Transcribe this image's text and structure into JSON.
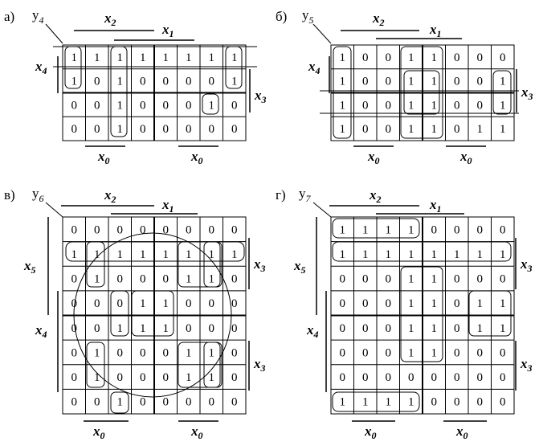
{
  "panels": [
    {
      "id": "a",
      "letter": "а)",
      "func": "y",
      "func_sub": "4",
      "labels": {
        "top1": "x",
        "top1_sub": "2",
        "top2": "x",
        "top2_sub": "1",
        "left": "x",
        "left_sub": "4",
        "right": "x",
        "right_sub": "3",
        "bottom1": "x",
        "bottom1_sub": "0",
        "bottom2": "x",
        "bottom2_sub": "0"
      },
      "grid": [
        [
          "1",
          "1",
          "1",
          "1",
          "1",
          "1",
          "1",
          "1"
        ],
        [
          "1",
          "0",
          "1",
          "0",
          "0",
          "0",
          "0",
          "1"
        ],
        [
          "0",
          "0",
          "1",
          "0",
          "0",
          "0",
          "1",
          "0"
        ],
        [
          "0",
          "0",
          "1",
          "0",
          "0",
          "0",
          "0",
          "0"
        ]
      ]
    },
    {
      "id": "b",
      "letter": "б)",
      "func": "y",
      "func_sub": "5",
      "labels": {
        "top1": "x",
        "top1_sub": "2",
        "top2": "x",
        "top2_sub": "1",
        "left": "x",
        "left_sub": "4",
        "right": "x",
        "right_sub": "3",
        "bottom1": "x",
        "bottom1_sub": "0",
        "bottom2": "x",
        "bottom2_sub": "0"
      },
      "grid": [
        [
          "1",
          "0",
          "0",
          "1",
          "1",
          "0",
          "0",
          "0"
        ],
        [
          "1",
          "0",
          "0",
          "1",
          "1",
          "0",
          "0",
          "1"
        ],
        [
          "1",
          "0",
          "0",
          "1",
          "1",
          "0",
          "0",
          "1"
        ],
        [
          "1",
          "0",
          "0",
          "1",
          "1",
          "0",
          "1",
          "1"
        ]
      ]
    },
    {
      "id": "v",
      "letter": "в)",
      "func": "y",
      "func_sub": "6",
      "labels": {
        "top1": "x",
        "top1_sub": "2",
        "top2": "x",
        "top2_sub": "1",
        "left1": "x",
        "left1_sub": "5",
        "left2": "x",
        "left2_sub": "4",
        "right1": "x",
        "right1_sub": "3",
        "right2": "x",
        "right2_sub": "3",
        "bottom1": "x",
        "bottom1_sub": "0",
        "bottom2": "x",
        "bottom2_sub": "0"
      },
      "grid": [
        [
          "0",
          "0",
          "0",
          "0",
          "0",
          "0",
          "0",
          "0"
        ],
        [
          "1",
          "1",
          "1",
          "1",
          "1",
          "1",
          "1",
          "1"
        ],
        [
          "0",
          "1",
          "0",
          "0",
          "0",
          "1",
          "1",
          "0"
        ],
        [
          "0",
          "0",
          "0",
          "1",
          "1",
          "0",
          "0",
          "0"
        ],
        [
          "0",
          "0",
          "1",
          "1",
          "1",
          "0",
          "0",
          "0"
        ],
        [
          "0",
          "1",
          "0",
          "0",
          "0",
          "1",
          "1",
          "0"
        ],
        [
          "0",
          "1",
          "0",
          "0",
          "0",
          "1",
          "1",
          "0"
        ],
        [
          "0",
          "0",
          "1",
          "0",
          "0",
          "0",
          "0",
          "0"
        ]
      ]
    },
    {
      "id": "g",
      "letter": "г)",
      "func": "y",
      "func_sub": "7",
      "labels": {
        "top1": "x",
        "top1_sub": "2",
        "top2": "x",
        "top2_sub": "1",
        "left1": "x",
        "left1_sub": "5",
        "left2": "x",
        "left2_sub": "4",
        "right1": "x",
        "right1_sub": "3",
        "right2": "x",
        "right2_sub": "3",
        "bottom1": "x",
        "bottom1_sub": "0",
        "bottom2": "x",
        "bottom2_sub": "0"
      },
      "grid": [
        [
          "1",
          "1",
          "1",
          "1",
          "0",
          "0",
          "0",
          "0"
        ],
        [
          "1",
          "1",
          "1",
          "1",
          "1",
          "1",
          "1",
          "1"
        ],
        [
          "0",
          "0",
          "0",
          "1",
          "1",
          "0",
          "0",
          "0"
        ],
        [
          "0",
          "0",
          "0",
          "1",
          "1",
          "0",
          "1",
          "1"
        ],
        [
          "0",
          "0",
          "0",
          "1",
          "1",
          "0",
          "1",
          "1"
        ],
        [
          "0",
          "0",
          "0",
          "1",
          "1",
          "0",
          "0",
          "0"
        ],
        [
          "0",
          "0",
          "0",
          "0",
          "0",
          "0",
          "0",
          "0"
        ],
        [
          "1",
          "1",
          "1",
          "1",
          "0",
          "0",
          "0",
          "0"
        ]
      ]
    }
  ]
}
